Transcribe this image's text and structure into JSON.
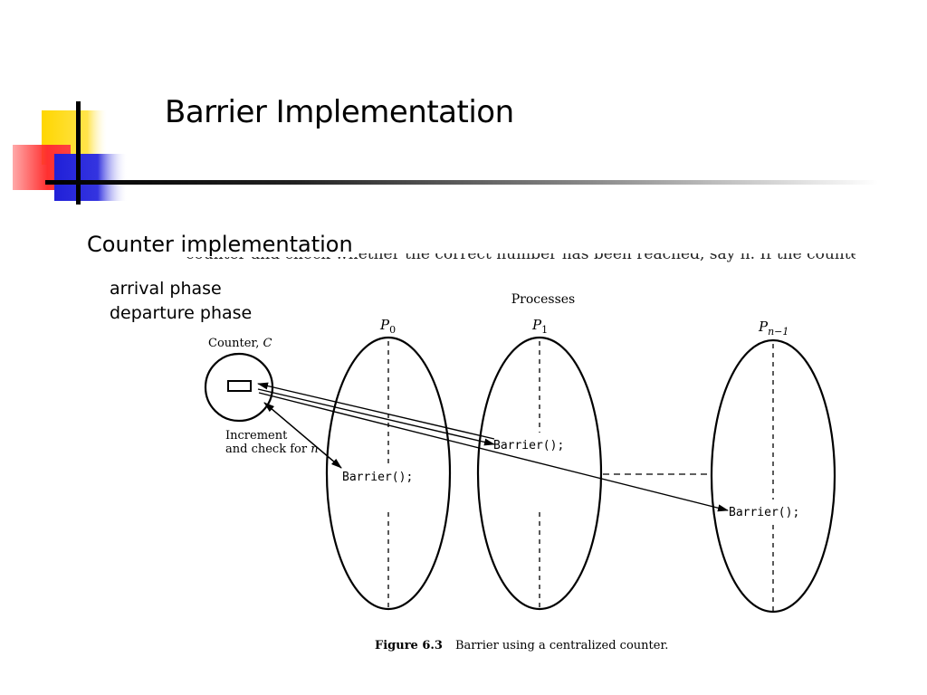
{
  "slide": {
    "title": "Barrier Implementation",
    "heading": "Counter implementation",
    "bullets": [
      "arrival phase",
      "departure phase"
    ]
  },
  "figure": {
    "background_text": "counter and check whether the correct number has been reached, say n. If the counter ha",
    "processes_label": "Processes",
    "process_labels": [
      "P",
      "P",
      "P"
    ],
    "process_subscripts": [
      "0",
      "1",
      "n−1"
    ],
    "counter_label": "Counter, ",
    "counter_var": "C",
    "increment_line1": "Increment",
    "increment_line2": "and check for ",
    "increment_var": "n",
    "barrier_call": "Barrier();",
    "caption_label": "Figure 6.3",
    "caption_text": "Barrier using a centralized counter."
  },
  "colors": {
    "yellow": "#FFD700",
    "red": "#FF3B3B",
    "blue": "#2E2EDC"
  }
}
